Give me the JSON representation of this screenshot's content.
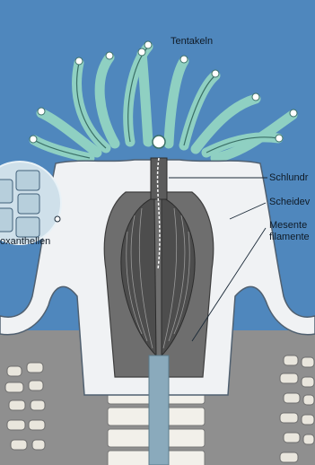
{
  "labels": {
    "tentakeln": "Tentakeln",
    "schlund": "Schlundr",
    "scheide": "Scheidev",
    "mesenterial": "Mesente",
    "filamente": "filamente",
    "zooxanthellen": "oxanthellen"
  },
  "colors": {
    "background": "#4f87bd",
    "tentacle": "#8fd0c2",
    "body": "#f0f2f4",
    "skeleton": "#8f8f8f",
    "septum": "#5f5f5f"
  }
}
